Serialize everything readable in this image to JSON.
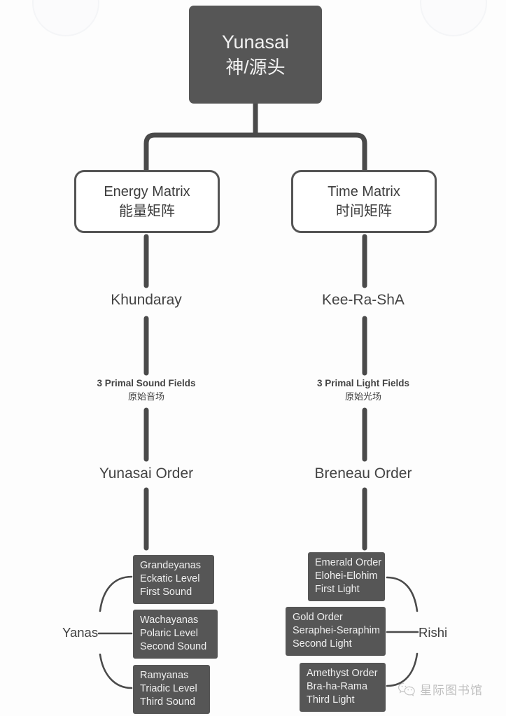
{
  "diagram": {
    "title_node": {
      "line1": "Yunasai",
      "line2": "神/源头"
    },
    "branches": [
      {
        "matrix": {
          "line1": "Energy Matrix",
          "line2": "能量矩阵"
        },
        "stage_1": "Khundaray",
        "stage_2_en": "3 Primal Sound Fields",
        "stage_2_cn": "原始音场",
        "stage_3": "Yunasai Order",
        "group_label": "Yanas",
        "leaves": [
          {
            "line1": "Grandeyanas",
            "line2": "Eckatic Level",
            "line3": "First Sound"
          },
          {
            "line1": "Wachayanas",
            "line2": "Polaric Level",
            "line3": "Second Sound"
          },
          {
            "line1": "Ramyanas",
            "line2": "Triadic Level",
            "line3": "Third Sound"
          }
        ]
      },
      {
        "matrix": {
          "line1": "Time Matrix",
          "line2": "时间矩阵"
        },
        "stage_1": "Kee-Ra-ShA",
        "stage_2_en": "3 Primal Light Fields",
        "stage_2_cn": "原始光场",
        "stage_3": "Breneau Order",
        "group_label": "Rishi",
        "leaves": [
          {
            "line1": "Emerald Order",
            "line2": "Elohei-Elohim",
            "line3": "First Light"
          },
          {
            "line1": "Gold Order",
            "line2": "Seraphei-Seraphim",
            "line3": "Second Light"
          },
          {
            "line1": "Amethyst Order",
            "line2": "Bra-ha-Rama",
            "line3": "Third Light"
          }
        ]
      }
    ]
  },
  "watermark": {
    "icon": "wechat-icon",
    "text": "星际图书馆"
  },
  "colors": {
    "box_dark_fill": "#565656",
    "box_dark_text": "#efefef",
    "box_light_border": "#545454",
    "connector": "#4a4a4a",
    "label_text": "#434343",
    "page_bg": "#fdfdfd"
  }
}
